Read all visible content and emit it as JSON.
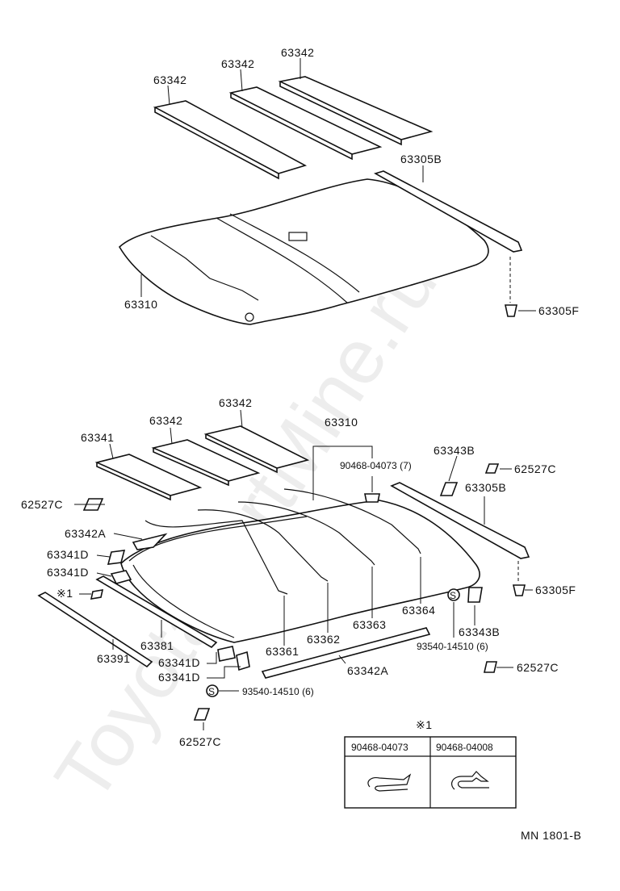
{
  "watermark": "ToyotaPartMine.ru",
  "diagram_code": "MN  1801-B",
  "upper": {
    "pad_a": "63342",
    "pad_b": "63342",
    "pad_c": "63342",
    "headliner": "63310",
    "rail": "63305B",
    "clip": "63305F"
  },
  "lower": {
    "pad_main": "63341",
    "pad_a": "63342",
    "pad_b": "63342",
    "headliner": "63310",
    "clip_qty": "90468-04073 (7)",
    "side_pad_upper": "63343B",
    "side_pad_lower": "63343B",
    "rail": "63305B",
    "rail_clip": "63305F",
    "clip_a": "62527C",
    "clip_b": "62527C",
    "clip_c": "62527C",
    "clip_d": "62527C",
    "strip_a": "63342A",
    "strip_b": "63342A",
    "pad_d1": "63341D",
    "pad_d2": "63341D",
    "pad_d3": "63341D",
    "pad_d4": "63341D",
    "note_ref": "※1",
    "bow_1": "63361",
    "bow_2": "63362",
    "bow_3": "63363",
    "bow_4": "63364",
    "trim_a": "63381",
    "trim_b": "63391",
    "screw_a": "93540-14510 (6)",
    "screw_b": "93540-14510 (6)",
    "screw_symbol": "S"
  },
  "table": {
    "ref": "※1",
    "col1": "90468-04073",
    "col2": "90468-04008"
  }
}
